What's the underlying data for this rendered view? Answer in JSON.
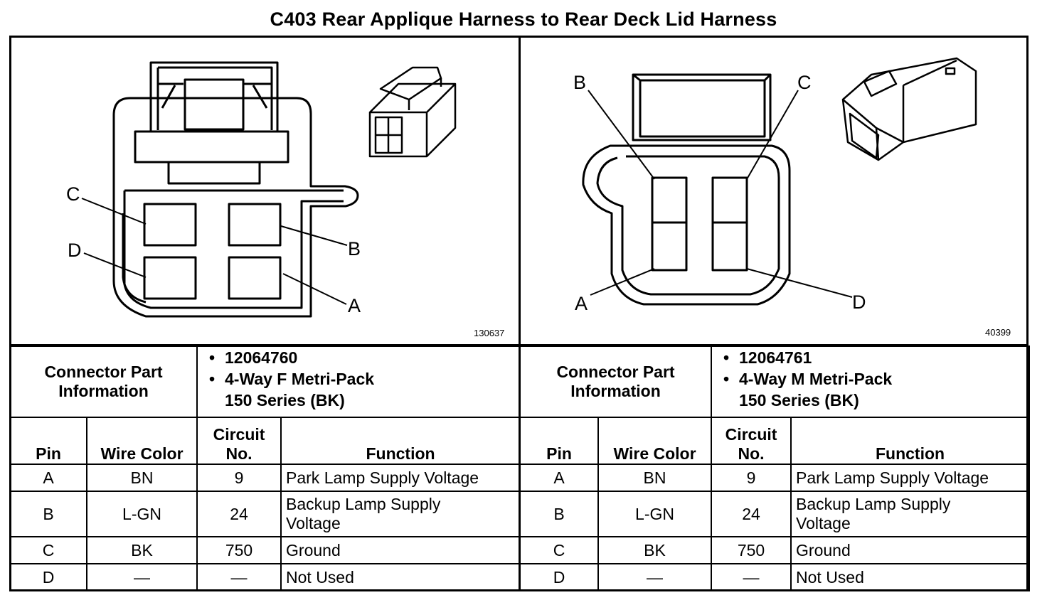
{
  "title": "C403 Rear Applique Harness to Rear Deck Lid Harness",
  "left": {
    "figure_number": "130637",
    "pin_labels": {
      "a": "A",
      "b": "B",
      "c": "C",
      "d": "D"
    },
    "connector_info_label": "Connector Part Information",
    "part_number": "12064760",
    "description_line1": "4-Way F Metri-Pack",
    "description_line2": "150 Series (BK)",
    "headers": {
      "pin": "Pin",
      "wire_color": "Wire Color",
      "circuit_no": "Circuit No.",
      "function": "Function"
    },
    "rows": [
      {
        "pin": "A",
        "wire": "BN",
        "circuit": "9",
        "function": "Park Lamp Supply Voltage"
      },
      {
        "pin": "B",
        "wire": "L-GN",
        "circuit": "24",
        "function": "Backup Lamp Supply Voltage"
      },
      {
        "pin": "C",
        "wire": "BK",
        "circuit": "750",
        "function": "Ground"
      },
      {
        "pin": "D",
        "wire": "—",
        "circuit": "—",
        "function": "Not Used"
      }
    ]
  },
  "right": {
    "figure_number": "40399",
    "pin_labels": {
      "a": "A",
      "b": "B",
      "c": "C",
      "d": "D"
    },
    "connector_info_label": "Connector Part Information",
    "part_number": "12064761",
    "description_line1": "4-Way M Metri-Pack",
    "description_line2": "150 Series (BK)",
    "headers": {
      "pin": "Pin",
      "wire_color": "Wire Color",
      "circuit_no": "Circuit No.",
      "function": "Function"
    },
    "rows": [
      {
        "pin": "A",
        "wire": "BN",
        "circuit": "9",
        "function": "Park Lamp Supply Voltage"
      },
      {
        "pin": "B",
        "wire": "L-GN",
        "circuit": "24",
        "function": "Backup Lamp Supply Voltage"
      },
      {
        "pin": "C",
        "wire": "BK",
        "circuit": "750",
        "function": "Ground"
      },
      {
        "pin": "D",
        "wire": "—",
        "circuit": "—",
        "function": "Not Used"
      }
    ]
  }
}
